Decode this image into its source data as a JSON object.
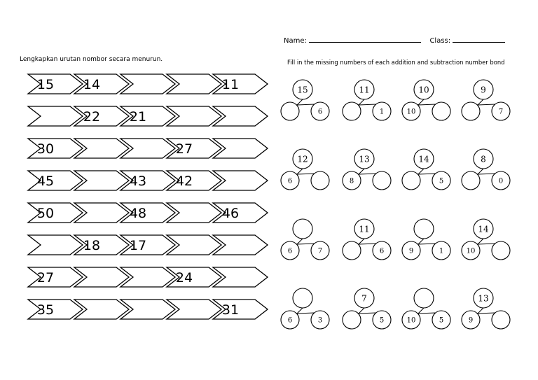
{
  "worksheet": {
    "name_label": "Name:",
    "class_label": "Class:",
    "left_instruction": "Lengkapkan urutan nombor secara menurun.",
    "right_instruction": "Fill in the missing numbers of each addition and subtraction number bond"
  },
  "sequences": [
    [
      "15",
      "14",
      "",
      "",
      "11"
    ],
    [
      "",
      "22",
      "21",
      "",
      ""
    ],
    [
      "30",
      "",
      "",
      "27",
      ""
    ],
    [
      "45",
      "",
      "43",
      "42",
      ""
    ],
    [
      "50",
      "",
      "48",
      "",
      "46"
    ],
    [
      "",
      "18",
      "17",
      "",
      ""
    ],
    [
      "27",
      "",
      "",
      "24",
      ""
    ],
    [
      "35",
      "",
      "",
      "",
      "31"
    ]
  ],
  "number_bonds": [
    [
      {
        "top": "15",
        "left": "",
        "right": "6"
      },
      {
        "top": "11",
        "left": "",
        "right": "1"
      },
      {
        "top": "10",
        "left": "10",
        "right": ""
      },
      {
        "top": "9",
        "left": "",
        "right": "7"
      }
    ],
    [
      {
        "top": "12",
        "left": "6",
        "right": ""
      },
      {
        "top": "13",
        "left": "8",
        "right": ""
      },
      {
        "top": "14",
        "left": "",
        "right": "5"
      },
      {
        "top": "8",
        "left": "",
        "right": "0"
      }
    ],
    [
      {
        "top": "",
        "left": "6",
        "right": "7"
      },
      {
        "top": "11",
        "left": "",
        "right": "6"
      },
      {
        "top": "",
        "left": "9",
        "right": "1"
      },
      {
        "top": "14",
        "left": "10",
        "right": ""
      }
    ],
    [
      {
        "top": "",
        "left": "6",
        "right": "3"
      },
      {
        "top": "7",
        "left": "",
        "right": "5"
      },
      {
        "top": "",
        "left": "10",
        "right": "5"
      },
      {
        "top": "13",
        "left": "9",
        "right": ""
      }
    ]
  ]
}
